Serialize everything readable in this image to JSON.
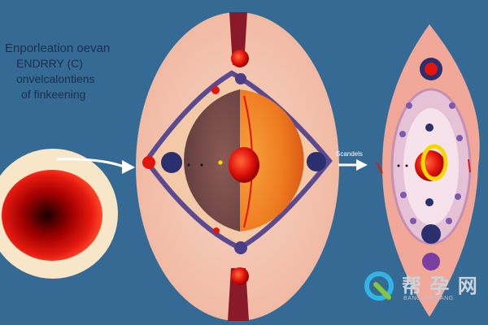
{
  "caption": {
    "line1": "Enporleation oevan",
    "line2": "ENDRRY (C)",
    "line3": "onvelcalontiens",
    "line4": "of finkeening"
  },
  "arrow_label": "Scandels",
  "watermark": {
    "chinese": "帮 孕 网",
    "latin": "BANGYUNWANG"
  },
  "colors": {
    "background": "#356a94",
    "red": "#e3140c",
    "orange": "#f07a1e",
    "pink": "#f2b9a4",
    "purple": "#5a4a92",
    "navy": "#2a2f6e"
  }
}
